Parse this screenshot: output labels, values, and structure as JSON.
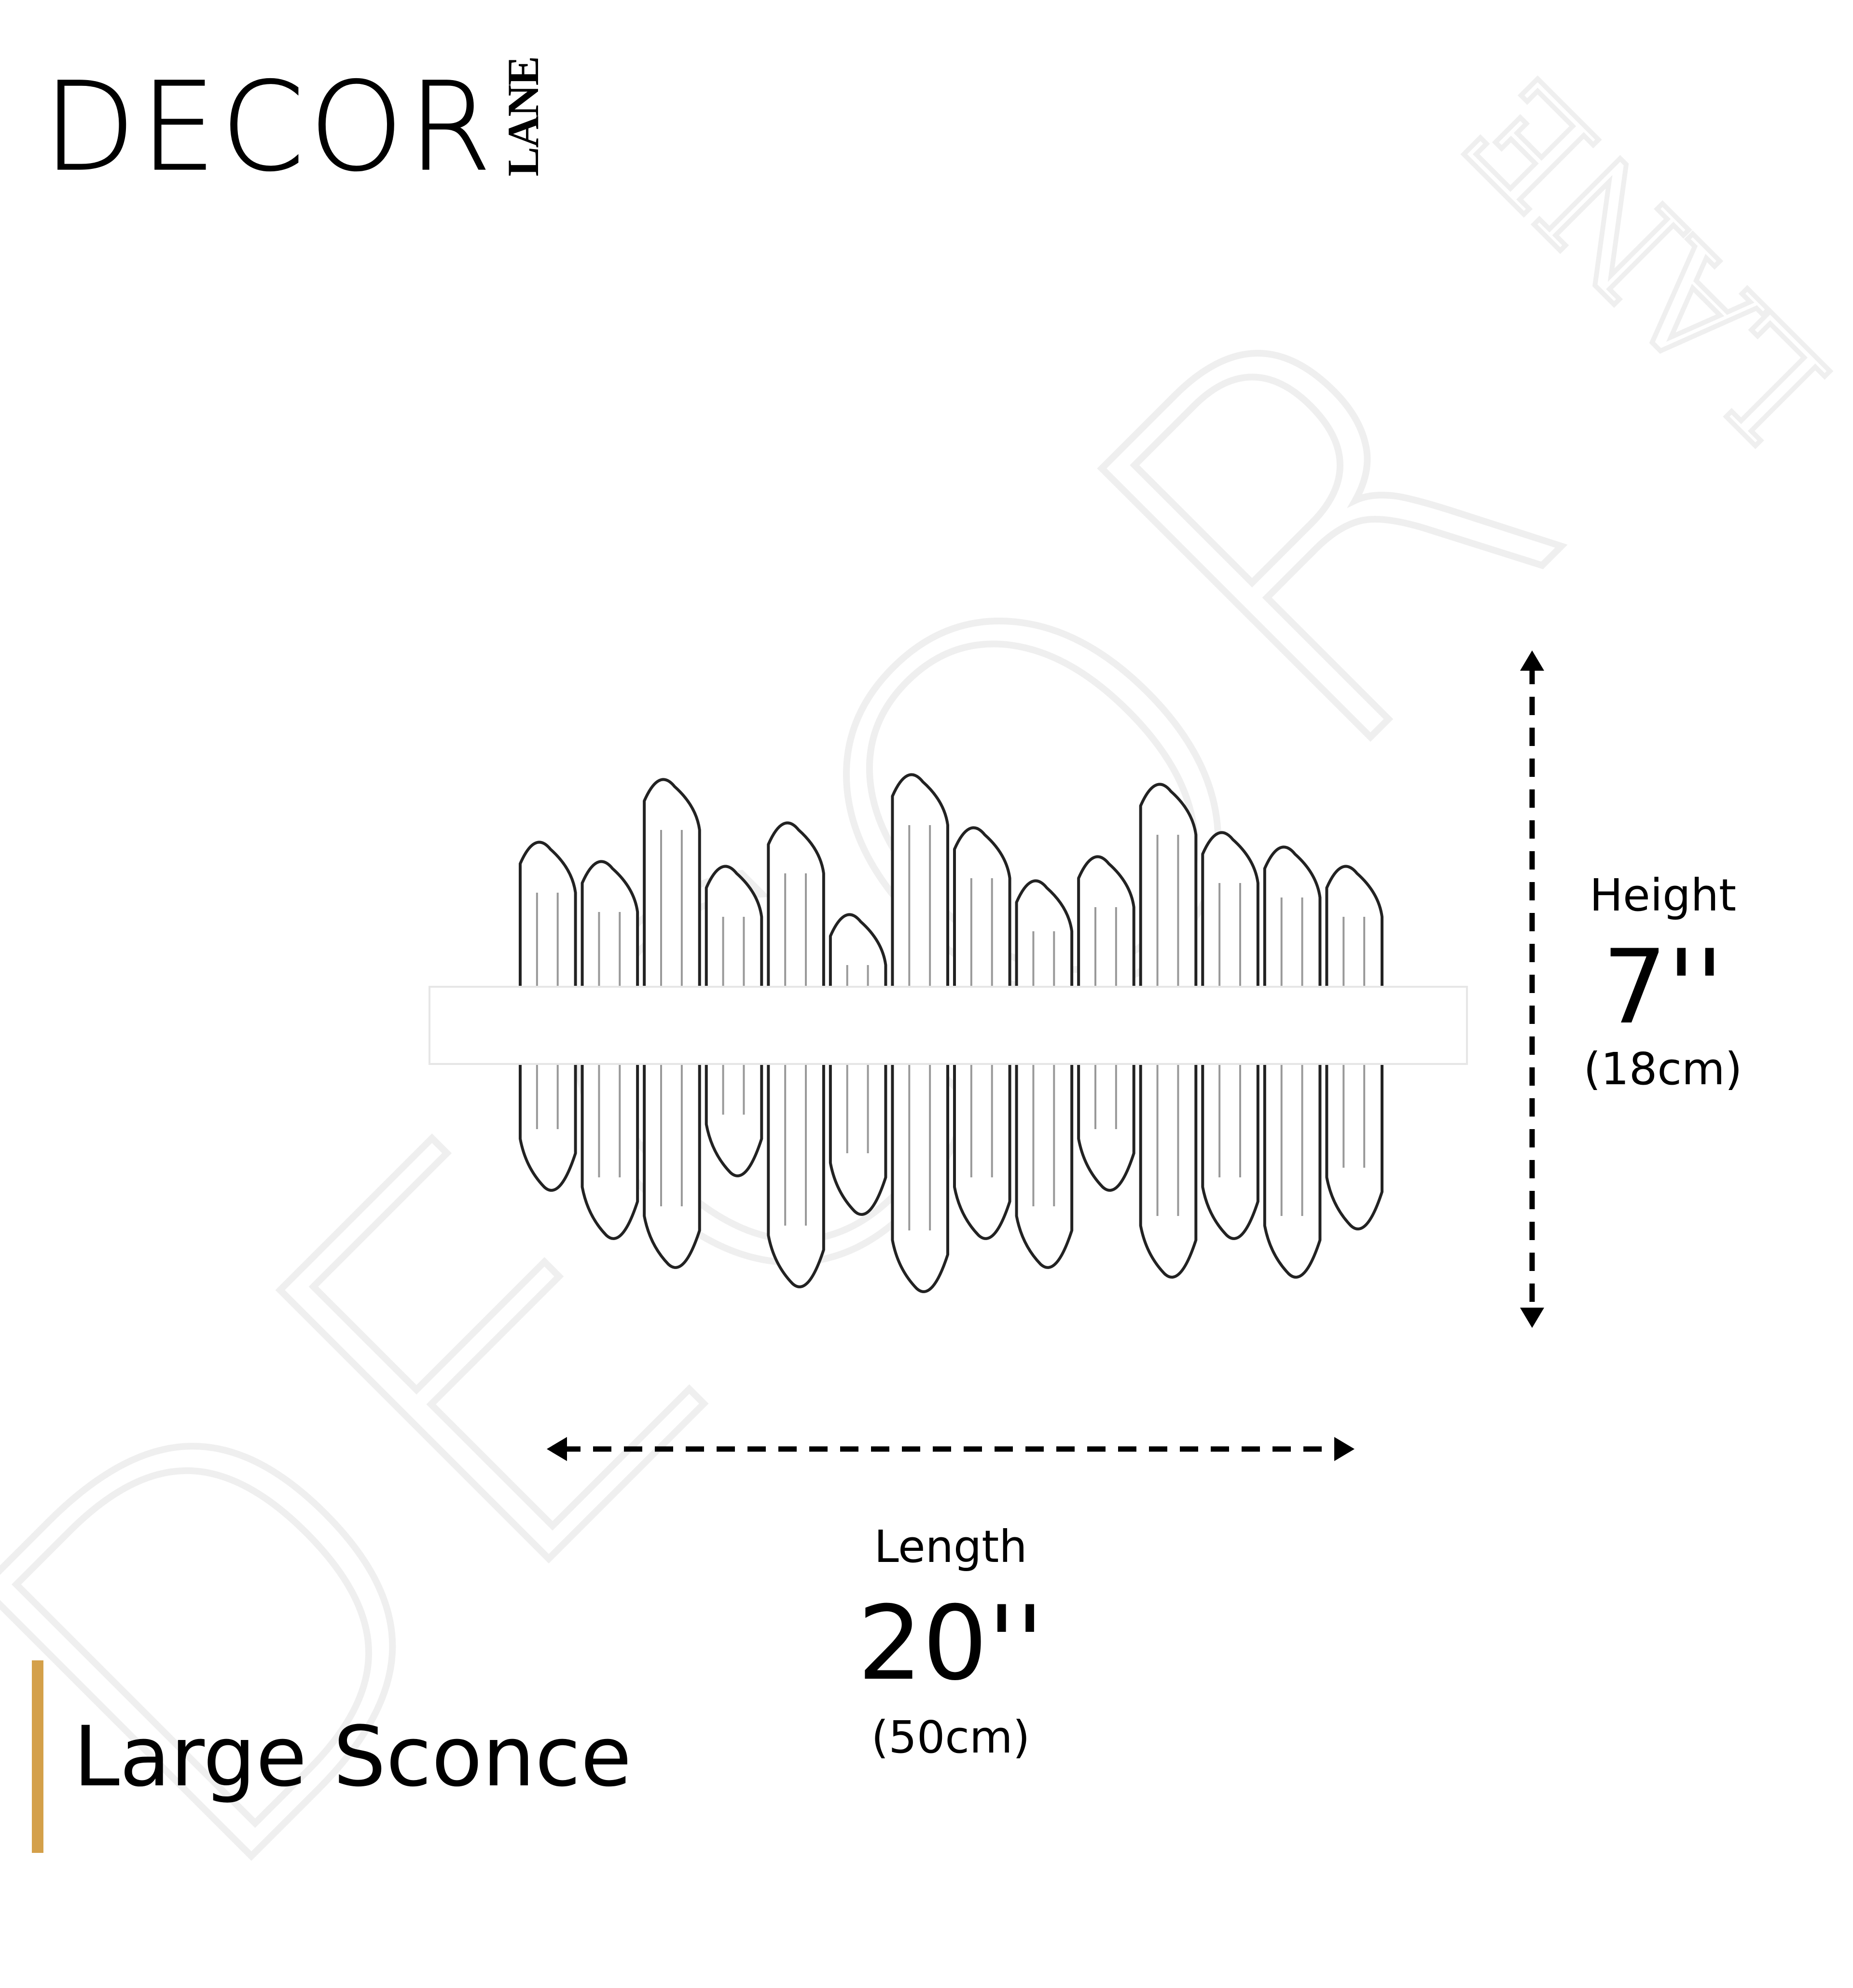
{
  "brand": {
    "logo_main": "DECOR",
    "logo_sub": "LANE",
    "watermark_main": "DECOR",
    "watermark_sub": "LANE"
  },
  "product": {
    "title": "Large Sconce",
    "image": "crystal-wall-sconce"
  },
  "dimensions": {
    "height": {
      "label": "Height",
      "imperial": "7''",
      "metric": "(18cm)"
    },
    "length": {
      "label": "Length",
      "imperial": "20''",
      "metric": "(50cm)"
    }
  },
  "colors": {
    "accent": "#D4A04A",
    "text": "#000000",
    "watermark": "#efefef"
  }
}
